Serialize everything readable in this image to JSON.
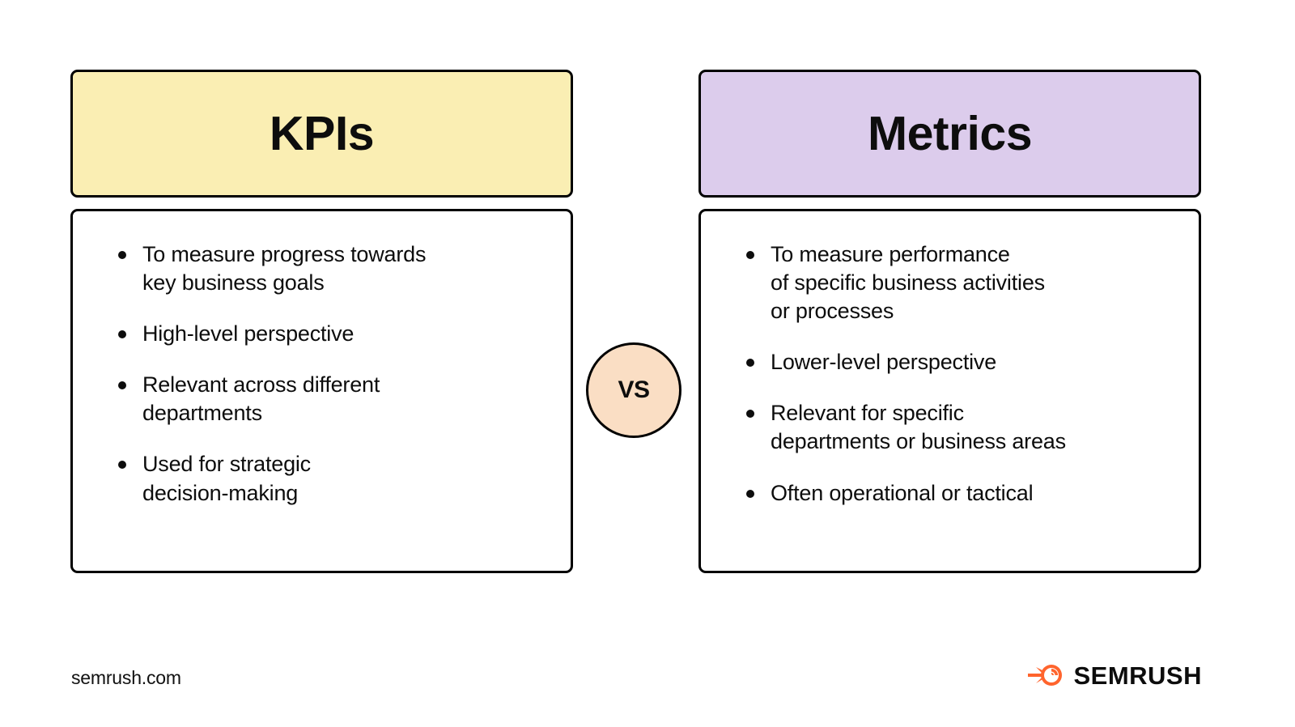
{
  "page": {
    "background": "#ffffff",
    "footer_url": "semrush.com"
  },
  "comparison": {
    "divider_label": "VS",
    "columns": [
      {
        "title": "KPIs",
        "header_color": "#faeeb3",
        "bullets": [
          "To measure progress towards\nkey business goals",
          "High-level perspective",
          "Relevant across different\ndepartments",
          "Used for strategic\ndecision-making"
        ]
      },
      {
        "title": "Metrics",
        "header_color": "#dcccec",
        "bullets": [
          "To measure performance\nof specific business activities\nor processes",
          "Lower-level perspective",
          "Relevant for specific\ndepartments or business areas",
          "Often operational or tactical"
        ]
      }
    ]
  },
  "brand": {
    "name": "SEMRUSH",
    "mark_color": "#ff642d",
    "word_color": "#0d0d0d"
  },
  "colors": {
    "border": "#000000",
    "text": "#0d0d0d",
    "vs_badge": "#fadec4"
  }
}
